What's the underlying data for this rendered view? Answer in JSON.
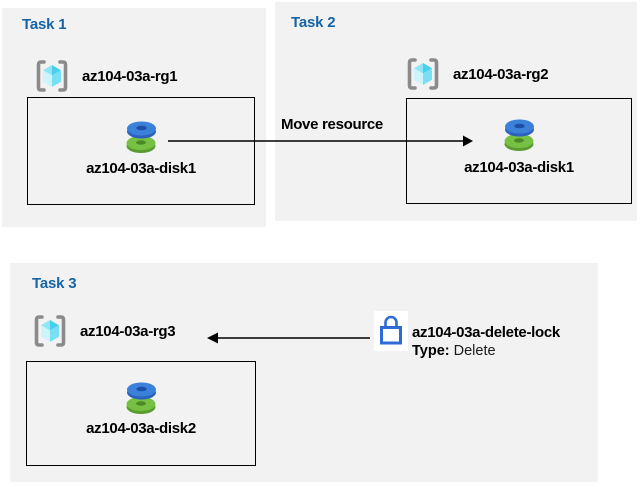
{
  "diagram": {
    "tasks": [
      {
        "title": "Task 1",
        "resource_group": "az104-03a-rg1",
        "resource": "az104-03a-disk1"
      },
      {
        "title": "Task 2",
        "resource_group": "az104-03a-rg2",
        "resource": "az104-03a-disk1"
      },
      {
        "title": "Task 3",
        "resource_group": "az104-03a-rg3",
        "resource": "az104-03a-disk2"
      }
    ],
    "move_arrow": {
      "label": "Move resource"
    },
    "lock": {
      "name": "az104-03a-delete-lock",
      "type_label": "Type:",
      "type_value": "Delete"
    },
    "icons": {
      "resource_group": "resource-group-icon",
      "disk": "managed-disk-icon",
      "lock": "lock-icon"
    },
    "colors": {
      "panel_bg": "#f2f2f2",
      "heading_blue": "#1564A5",
      "text": "#000000",
      "box_border": "#000000",
      "arrow": "#000000",
      "bracket_gray": "#8B8B8B",
      "cube_top_left": "#8FE6F6",
      "cube_top_right": "#49CFEA",
      "cube_bottom_left": "#CDF4FB",
      "cube_bottom_right": "#79E0F3",
      "disk_blue_top": "#3B80D9",
      "disk_blue_side": "#2B62BE",
      "disk_blue_hole": "#1C4FA6",
      "disk_green_top": "#76C043",
      "disk_green_side": "#5B9C31",
      "disk_green_hole": "#4C8A26",
      "lock_blue": "#2E6BD6"
    }
  }
}
